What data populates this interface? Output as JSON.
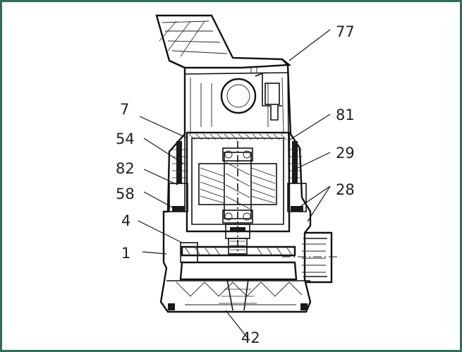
{
  "colors": {
    "frame": "#2f6f55",
    "ink": "#1a1a1a",
    "background": "#ffffff"
  },
  "callouts": [
    {
      "id": "77",
      "text": "77"
    },
    {
      "id": "7",
      "text": "7"
    },
    {
      "id": "81",
      "text": "81"
    },
    {
      "id": "54",
      "text": "54"
    },
    {
      "id": "29",
      "text": "29"
    },
    {
      "id": "82",
      "text": "82"
    },
    {
      "id": "28",
      "text": "28"
    },
    {
      "id": "58",
      "text": "58"
    },
    {
      "id": "4",
      "text": "4"
    },
    {
      "id": "1",
      "text": "1"
    },
    {
      "id": "42",
      "text": "42"
    }
  ]
}
